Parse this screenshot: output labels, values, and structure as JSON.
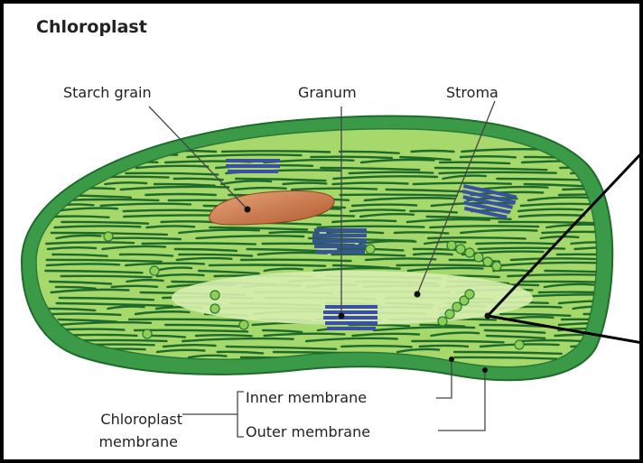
{
  "title": "Chloroplast",
  "labels": {
    "starch_grain": "Starch grain",
    "granum": "Granum",
    "stroma": "Stroma",
    "inner_membrane": "Inner membrane",
    "outer_membrane": "Outer membrane",
    "chloroplast_membrane_line1": "Chloroplast",
    "chloroplast_membrane_line2": "membrane"
  },
  "colors": {
    "outer_membrane": "#2e8b3e",
    "inner_body": "#a6d86c",
    "stroma_light": "#d8efb0",
    "thylakoid": "#1d6a2a",
    "granum": "#3a4fa5",
    "starch": "#c86f3f",
    "frame": "#000000"
  }
}
